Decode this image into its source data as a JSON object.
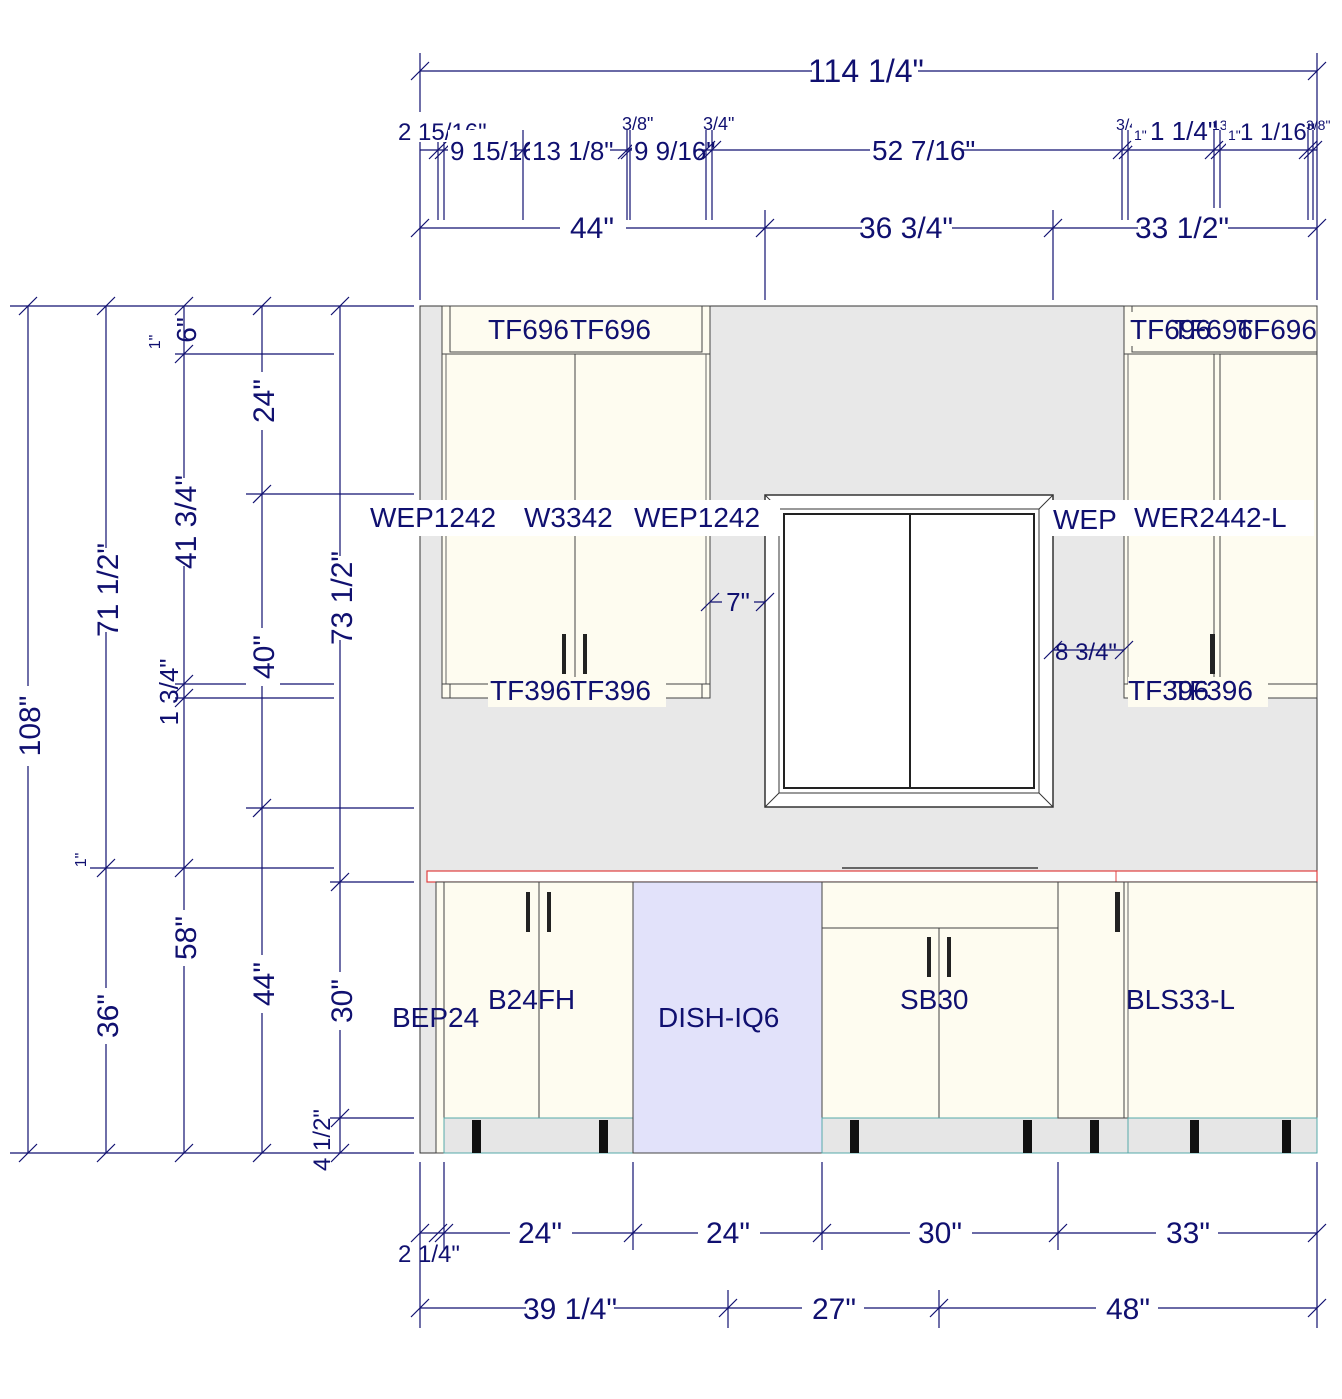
{
  "dimensions": {
    "overall_width": "114 1/4\"",
    "top_chain": [
      "2 15/16\"",
      "9 15/16\"",
      "13 1/8\"",
      "3/8\"",
      "9 9/16\"",
      "3/4\"",
      "52 7/16\"",
      "3/4\"",
      "1\"",
      "1 1/4\"",
      "13/16\"",
      "1\"",
      "1 1/16\"",
      "3/8\""
    ],
    "upper_group_widths": [
      "44\"",
      "36 3/4\"",
      "33 1/2\""
    ],
    "overall_height": "108\"",
    "left_col1": [
      "71 1/2\"",
      "36\"",
      "1\""
    ],
    "left_col2": [
      "41 3/4\"",
      "58\"",
      "1 3/4\"",
      "1\"",
      "6\""
    ],
    "left_col3": [
      "24\"",
      "40\"",
      "44\""
    ],
    "left_col4": [
      "73 1/2\"",
      "30\"",
      "4 1/2\""
    ],
    "window_left_gap": "7\"",
    "window_right_gap": "8 3/4\"",
    "base_widths": [
      "2 1/4\"",
      "24\"",
      "24\"",
      "30\"",
      "33\""
    ],
    "bottom_groups": [
      "39 1/4\"",
      "27\"",
      "48\""
    ]
  },
  "cabinets": {
    "top_fillers_left": [
      "TF696",
      "TF696"
    ],
    "top_fillers_right": [
      "TF696",
      "TF696",
      "TF696"
    ],
    "wall_end_left": "WEP1242",
    "wall_main": "W3342",
    "wall_end_right": "WEP1242",
    "wall_end_far": "WEP",
    "wall_corner": "WER2442-L",
    "bottom_fillers_left": [
      "TF396",
      "TF396"
    ],
    "bottom_fillers_right": [
      "TF396",
      "TF396"
    ],
    "base_end": "BEP24",
    "base_1": "B24FH",
    "dishwasher": "DISH-IQ6",
    "sink_base": "SB30",
    "base_corner": "BLS33-L"
  },
  "colors": {
    "dimension_ink": "#101070",
    "cabinet_fill": "#fefcf0",
    "wall": "#e8e8e8",
    "dishwasher": "#e2e2fa",
    "countertop": "#e04040"
  }
}
